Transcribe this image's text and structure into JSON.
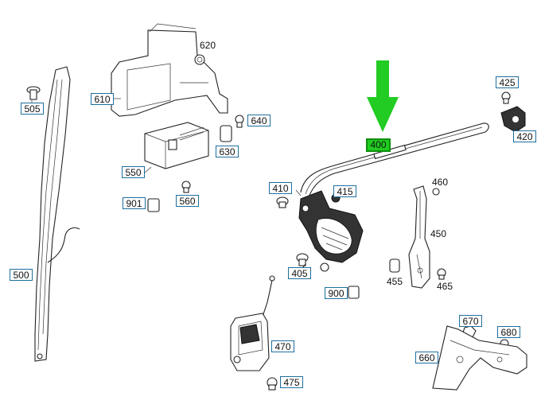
{
  "diagram": {
    "highlight_color": "#22cc22",
    "callouts": [
      {
        "id": "505",
        "boxed": true
      },
      {
        "id": "610",
        "boxed": true
      },
      {
        "id": "620",
        "boxed": false
      },
      {
        "id": "640",
        "boxed": true
      },
      {
        "id": "630",
        "boxed": true
      },
      {
        "id": "550",
        "boxed": true
      },
      {
        "id": "901",
        "boxed": true
      },
      {
        "id": "560",
        "boxed": true
      },
      {
        "id": "500",
        "boxed": true
      },
      {
        "id": "400",
        "boxed": true,
        "highlighted": true
      },
      {
        "id": "425",
        "boxed": true
      },
      {
        "id": "420",
        "boxed": true
      },
      {
        "id": "410",
        "boxed": true
      },
      {
        "id": "415",
        "boxed": true
      },
      {
        "id": "460",
        "boxed": false
      },
      {
        "id": "450",
        "boxed": false
      },
      {
        "id": "455",
        "boxed": false
      },
      {
        "id": "465",
        "boxed": false
      },
      {
        "id": "405",
        "boxed": true
      },
      {
        "id": "900",
        "boxed": true
      },
      {
        "id": "470",
        "boxed": true
      },
      {
        "id": "475",
        "boxed": true
      },
      {
        "id": "670",
        "boxed": true
      },
      {
        "id": "680",
        "boxed": true
      },
      {
        "id": "660",
        "boxed": true
      }
    ]
  }
}
